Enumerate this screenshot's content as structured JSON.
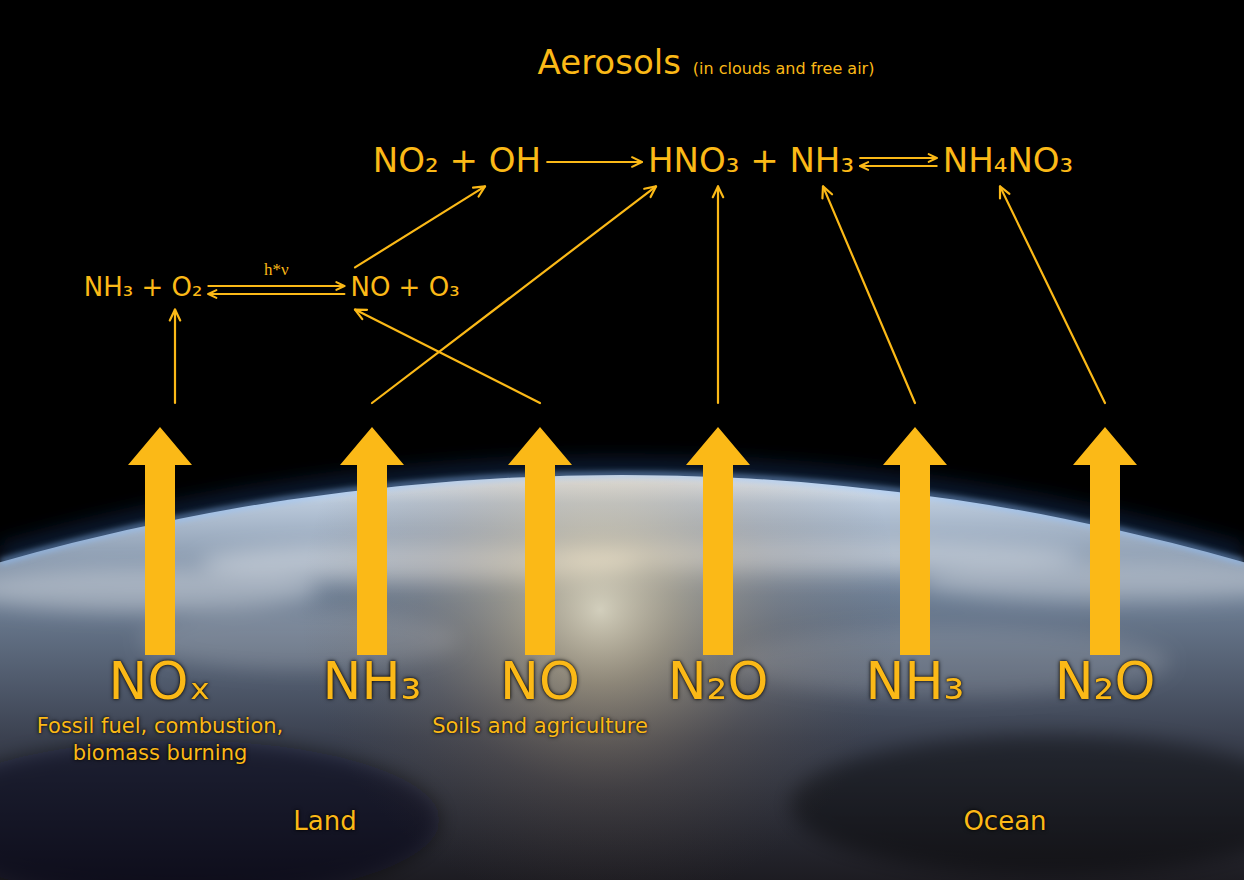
{
  "diagram": {
    "title": "Aerosols",
    "nodes": [
      {
        "text": [
          "NO₂ + OH"
        ]
      },
      {
        "text": [
          "HNO₃ + NH₃"
        ]
      },
      {
        "text": [
          "NH₄NO₃"
        ]
      },
      {
        "text": [
          "NH₃ + O₂"
        ]
      },
      {
        "text": [
          "NO + O₃"
        ]
      },
      {
        "text": [
          "NOₓ",
          "Fossil fuel, combustion, biomass burning"
        ]
      },
      {
        "text": [
          "NH₃"
        ]
      },
      {
        "text": [
          "NO",
          "Soils and agriculture"
        ]
      },
      {
        "text": [
          "N₂O"
        ]
      },
      {
        "text": [
          "NH₃"
        ]
      },
      {
        "text": [
          "N₂O"
        ]
      }
    ],
    "edges": [
      {
        "from": 0,
        "to": 1,
        "arrow": "to"
      },
      {
        "from": 1,
        "to": 2,
        "arrow": "both"
      },
      {
        "from": 3,
        "to": 4,
        "label": "h*ν",
        "arrow": "both"
      },
      {
        "from": 5,
        "to": 3,
        "arrow": "to"
      },
      {
        "from": 6,
        "to": 1,
        "arrow": "to"
      },
      {
        "from": 7,
        "to": 4,
        "arrow": "to"
      },
      {
        "from": 4,
        "to": 0,
        "arrow": "to"
      },
      {
        "from": 8,
        "to": 1,
        "arrow": "to"
      },
      {
        "from": 9,
        "to": 1,
        "arrow": "to"
      },
      {
        "from": 10,
        "to": 2,
        "arrow": "to"
      }
    ],
    "labels": [
      "(in clouds and free air)",
      "Land",
      "Ocean"
    ]
  }
}
